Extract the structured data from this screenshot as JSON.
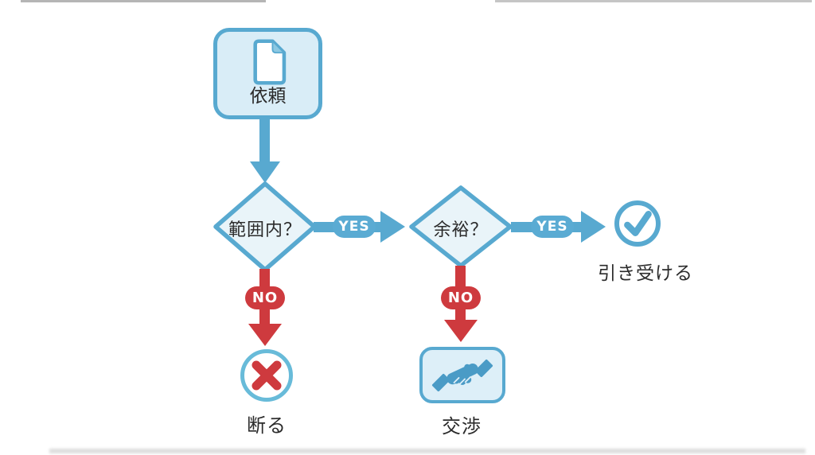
{
  "diagram": {
    "type": "flowchart",
    "background": "#ffffff",
    "colors": {
      "blue": "#58a9d0",
      "blue_pill": "#5aabd3",
      "light_blue_fill": "#d9edf7",
      "diamond_fill": "#e9f4f9",
      "negotiate_fill": "#ddeff8",
      "ring_light_blue": "#68bbd9",
      "red": "#ce3a3e",
      "text": "#2b2b2b",
      "white": "#ffffff"
    },
    "nodes": {
      "start": {
        "label": "依頼",
        "shape": "rounded-rect",
        "icon": "document-icon"
      },
      "decision1": {
        "label": "範囲内？",
        "shape": "diamond"
      },
      "decision2": {
        "label": "余裕？",
        "shape": "diamond"
      },
      "accept": {
        "label": "引き受ける",
        "shape": "circle",
        "icon": "check-icon"
      },
      "decline": {
        "label": "断る",
        "shape": "circle",
        "icon": "x-icon"
      },
      "negotiate": {
        "label": "交渉",
        "shape": "rounded-rect",
        "icon": "handshake-icon"
      }
    },
    "edges": {
      "start_to_decision1": {
        "label": ""
      },
      "yes1": {
        "label": "YES",
        "from": "decision1",
        "to": "decision2"
      },
      "yes2": {
        "label": "YES",
        "from": "decision2",
        "to": "accept"
      },
      "no1": {
        "label": "NO",
        "from": "decision1",
        "to": "decline"
      },
      "no2": {
        "label": "NO",
        "from": "decision2",
        "to": "negotiate"
      }
    }
  }
}
